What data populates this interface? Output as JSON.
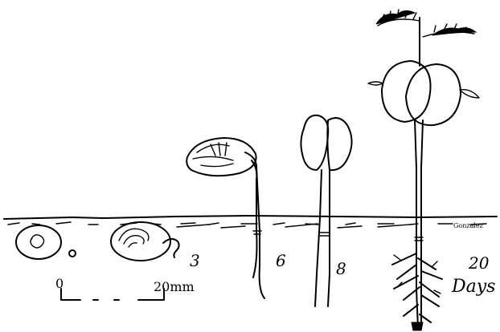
{
  "stage_labels": {
    "stage_3": "3",
    "stage_6": "6",
    "stage_8": "8",
    "stage_20": "20",
    "days": "Days"
  },
  "scale_bar": {
    "start_label": "0",
    "end_label": "20mm"
  },
  "signature": {
    "artist_mark": "Gonzalez"
  },
  "colors": {
    "ink": "#000000",
    "background": "#ffffff"
  }
}
